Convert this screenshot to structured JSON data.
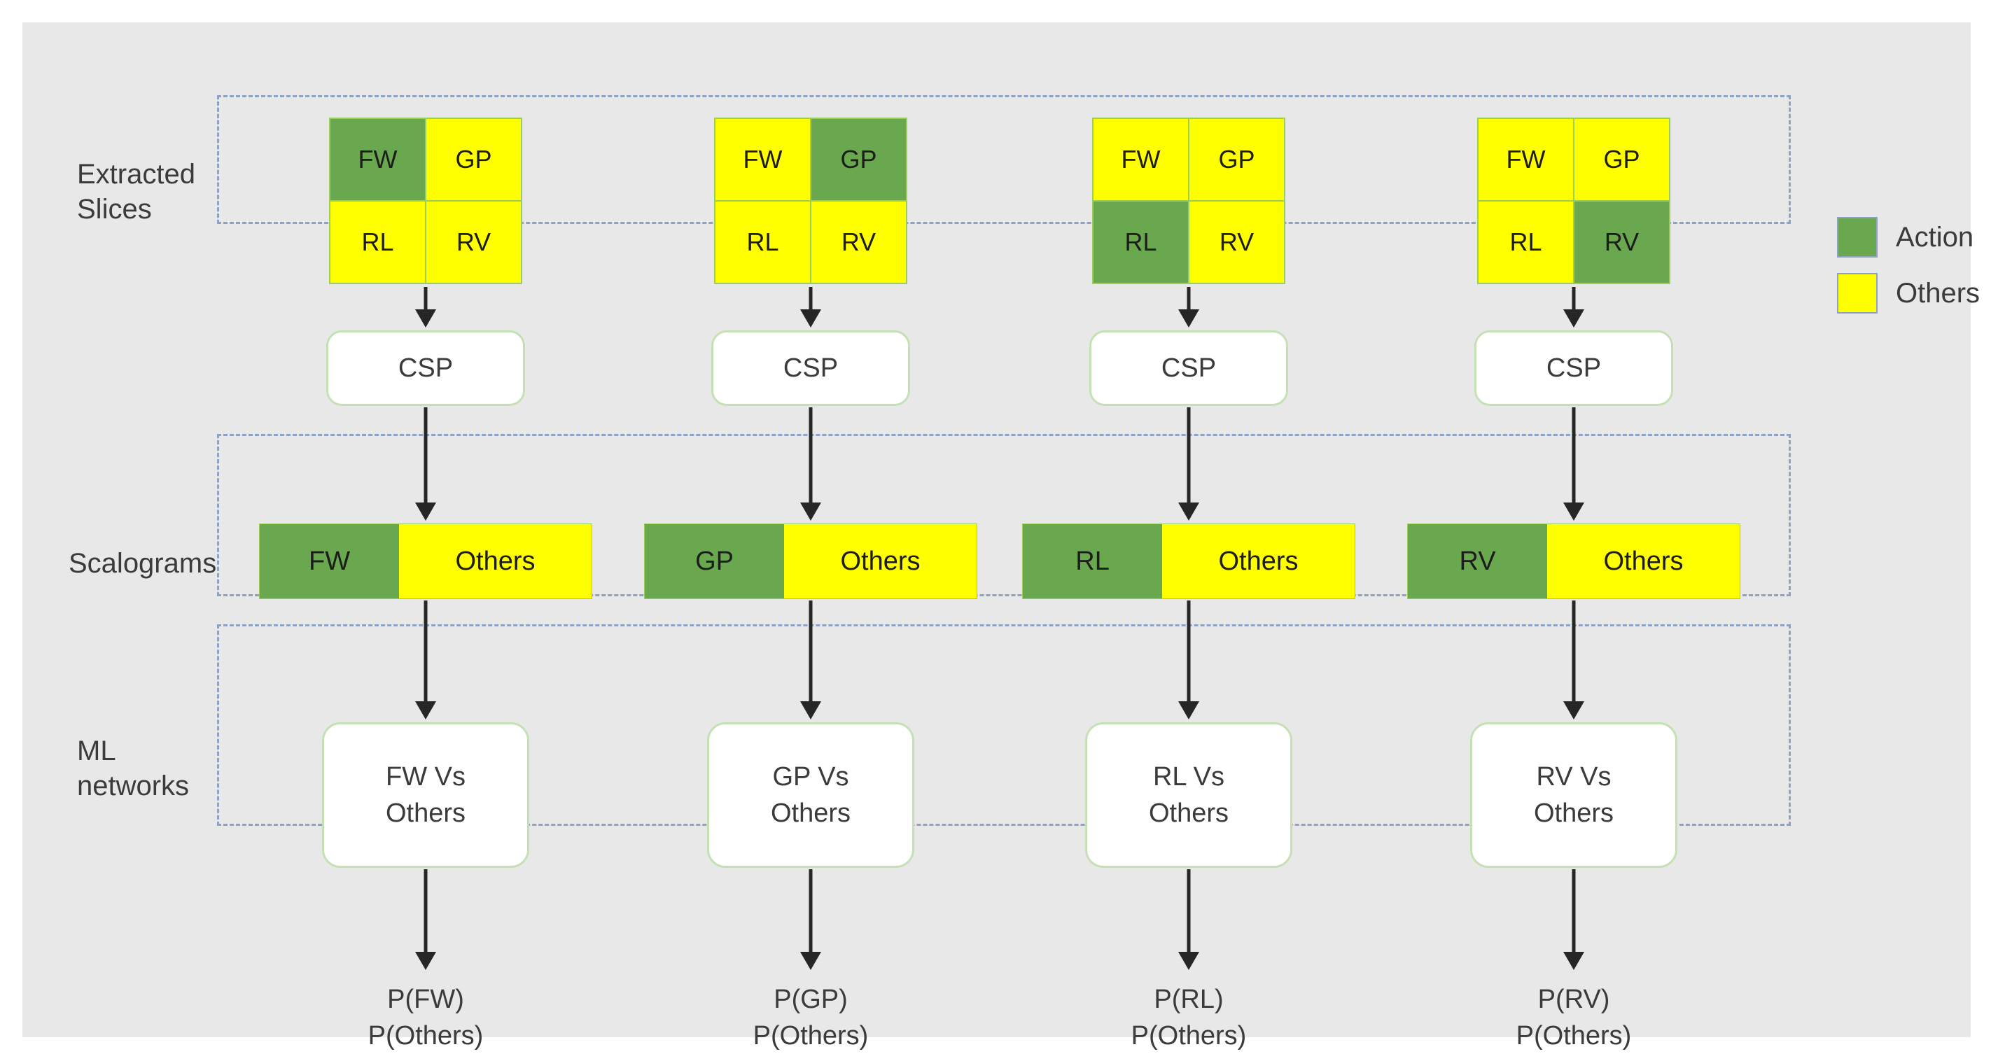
{
  "figure": {
    "background_color": "#e8e8e8",
    "page_color": "#ffffff",
    "action_color": "#6aa84f",
    "others_color": "#ffff00",
    "dashed_border_color": "#8da2c4",
    "box_border_color": "#c5e0b4",
    "arrow_color": "#262626"
  },
  "row_labels": {
    "slices": "Extracted\nSlices",
    "scalograms": "Scalograms",
    "ml": "ML\nnetworks"
  },
  "legend": {
    "items": [
      {
        "label": "Action",
        "color": "#6aa84f"
      },
      {
        "label": "Others",
        "color": "#ffff00"
      }
    ]
  },
  "cell_labels": {
    "top_left": "FW",
    "top_right": "GP",
    "bottom_left": "RL",
    "bottom_right": "RV"
  },
  "columns": [
    {
      "id": "fw",
      "slice_grid": {
        "top_left": {
          "label": "FW",
          "state": "action"
        },
        "top_right": {
          "label": "GP",
          "state": "others"
        },
        "bottom_left": {
          "label": "RL",
          "state": "others"
        },
        "bottom_right": {
          "label": "RV",
          "state": "others"
        }
      },
      "csp_label": "CSP",
      "scalogram": {
        "action_label": "FW",
        "others_label": "Others",
        "action_fraction": 0.42
      },
      "ml_box": {
        "line1": "FW Vs",
        "line2": "Others"
      },
      "output": "P(FW)\nP(Others)"
    },
    {
      "id": "gp",
      "slice_grid": {
        "top_left": {
          "label": "FW",
          "state": "others"
        },
        "top_right": {
          "label": "GP",
          "state": "action"
        },
        "bottom_left": {
          "label": "RL",
          "state": "others"
        },
        "bottom_right": {
          "label": "RV",
          "state": "others"
        }
      },
      "csp_label": "CSP",
      "scalogram": {
        "action_label": "GP",
        "others_label": "Others",
        "action_fraction": 0.42
      },
      "ml_box": {
        "line1": "GP Vs",
        "line2": "Others"
      },
      "output": "P(GP)\nP(Others)"
    },
    {
      "id": "rl",
      "slice_grid": {
        "top_left": {
          "label": "FW",
          "state": "others"
        },
        "top_right": {
          "label": "GP",
          "state": "others"
        },
        "bottom_left": {
          "label": "RL",
          "state": "action"
        },
        "bottom_right": {
          "label": "RV",
          "state": "others"
        }
      },
      "csp_label": "CSP",
      "scalogram": {
        "action_label": "RL",
        "others_label": "Others",
        "action_fraction": 0.42
      },
      "ml_box": {
        "line1": "RL Vs",
        "line2": "Others"
      },
      "output": "P(RL)\nP(Others)"
    },
    {
      "id": "rv",
      "slice_grid": {
        "top_left": {
          "label": "FW",
          "state": "others"
        },
        "top_right": {
          "label": "GP",
          "state": "others"
        },
        "bottom_left": {
          "label": "RL",
          "state": "others"
        },
        "bottom_right": {
          "label": "RV",
          "state": "action"
        }
      },
      "csp_label": "CSP",
      "scalogram": {
        "action_label": "RV",
        "others_label": "Others",
        "action_fraction": 0.42
      },
      "ml_box": {
        "line1": "RV Vs",
        "line2": "Others"
      },
      "output": "P(RV)\nP(Others)"
    }
  ]
}
